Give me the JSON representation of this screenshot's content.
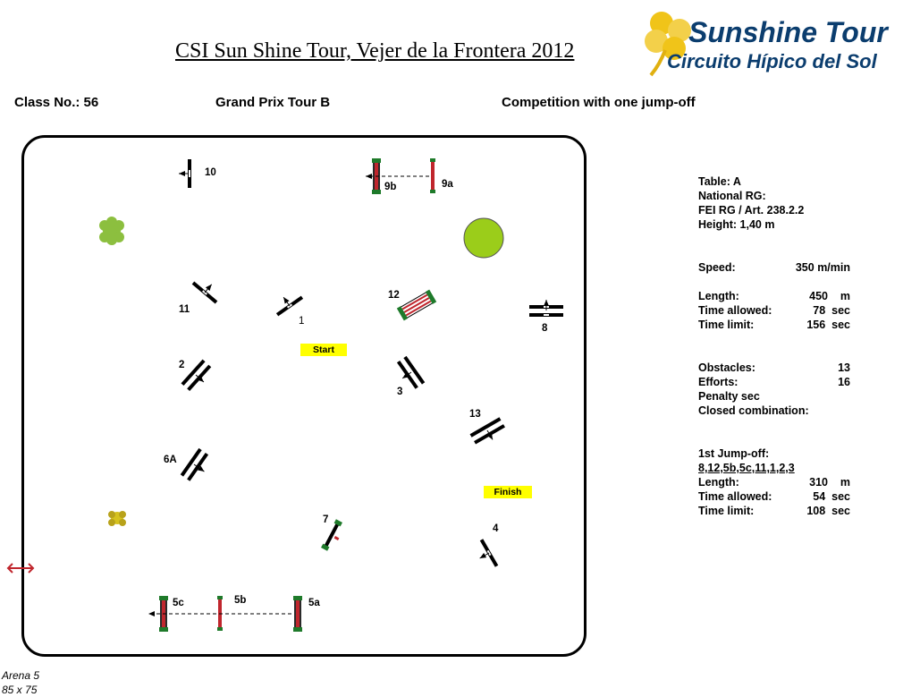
{
  "header": {
    "title": "CSI Sun Shine Tour, Vejer de la Frontera 2012",
    "class_no": "Class No.: 56",
    "tour": "Grand Prix Tour B",
    "competition": "Competition with one jump-off"
  },
  "logo": {
    "line1": "Sunshine Tour",
    "line2": "Circuito Hípico del Sol",
    "icon": "clover-logo-icon"
  },
  "course": {
    "start_label": "Start",
    "finish_label": "Finish",
    "obstacles": [
      "10",
      "9b",
      "9a",
      "11",
      "1",
      "12",
      "8",
      "2",
      "3",
      "13",
      "6A",
      "7",
      "4",
      "5c",
      "5b",
      "5a"
    ]
  },
  "info": {
    "table": "Table: A",
    "national_rg": "National RG:",
    "fei_rg": "FEI RG / Art. 238.2.2",
    "height": "Height: 1,40  m",
    "speed_label": "Speed:",
    "speed_value": "350  m/min",
    "length_label": "Length:",
    "length_value": "450    m",
    "time_allowed_label": "Time allowed:",
    "time_allowed_value": "78  sec",
    "time_limit_label": "Time limit:",
    "time_limit_value": "156  sec",
    "obstacles_label": "Obstacles:",
    "obstacles_value": "13",
    "efforts_label": "Efforts:",
    "efforts_value": "16",
    "penalty": "Penalty sec",
    "closed_combination": "Closed combination:",
    "jumpoff_title": "1st Jump-off:",
    "jumpoff_sequence": "8,12,5b,5c,11,1,2,3",
    "jo_length_label": "Length:",
    "jo_length_value": "310    m",
    "jo_time_allowed_label": "Time allowed:",
    "jo_time_allowed_value": "54  sec",
    "jo_time_limit_label": "Time limit:",
    "jo_time_limit_value": "108  sec"
  },
  "arena": {
    "name": "Arena 5",
    "size": "85 x 75"
  },
  "colors": {
    "logo_blue": "#0b3d6e",
    "logo_gold": "#f0c419",
    "tag_yellow": "#ffff00",
    "circle_green": "#9bcd1a",
    "pole_red": "#c0262d",
    "standard_green": "#1e7a2a",
    "bush_green": "#8cbf3f"
  }
}
